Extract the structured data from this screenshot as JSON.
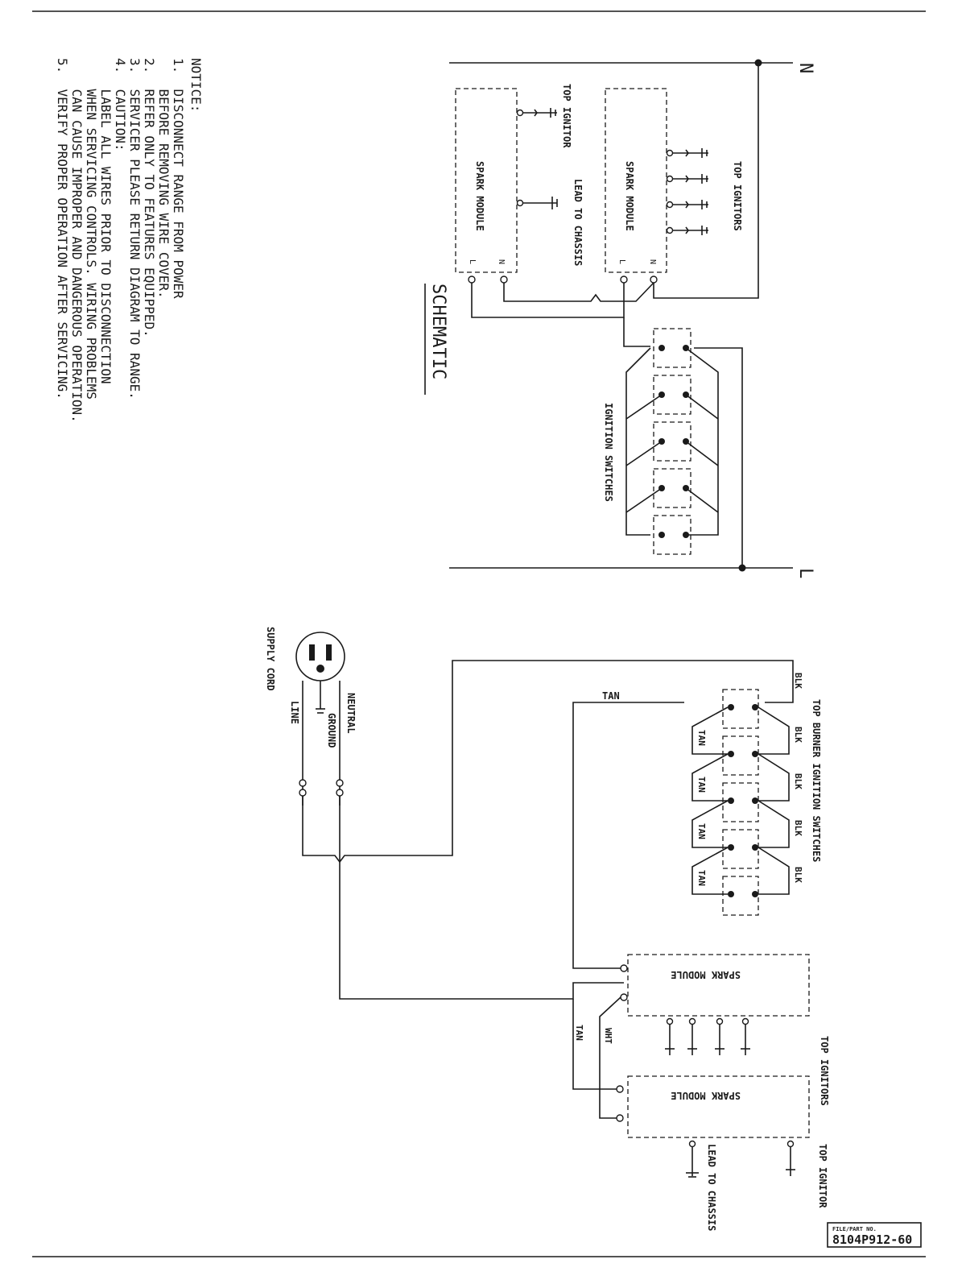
{
  "notice": {
    "title": "NOTICE:",
    "lines": [
      "1.  DISCONNECT RANGE FROM POWER",
      "    BEFORE REMOVING WIRE COVER.",
      "2.  REFER ONLY TO FEATURES EQUIPPED.",
      "3.  SERVICER PLEASE RETURN DIAGRAM TO RANGE.",
      "4.  CAUTION:",
      "    LABEL ALL WIRES PRIOR TO DISCONNECTION",
      "    WHEN SERVICING CONTROLS. WIRING PROBLEMS",
      "    CAN CAUSE IMPROPER AND DANGEROUS OPERATION.",
      "5.  VERIFY PROPER OPERATION AFTER SERVICING."
    ]
  },
  "schematic": {
    "title": "SCHEMATIC",
    "n_label": "N",
    "l_label": "L",
    "top_ignitors": "TOP IGNITORS",
    "top_ignitor": "TOP IGNITOR",
    "spark_module": "SPARK MODULE",
    "lead_to_chassis": "LEAD TO CHASSIS",
    "ignition_switches": "IGNITION SWITCHES",
    "pin_l": "L",
    "pin_n": "N"
  },
  "wiring": {
    "supply_cord": "SUPPLY CORD",
    "line": "LINE",
    "neutral": "NEUTRAL",
    "ground": "GROUND",
    "switches_title": "TOP BURNER IGNITION SWITCHES",
    "blk": "BLK",
    "tan": "TAN",
    "wht": "WHT",
    "spark_module": "SPARK MODULE",
    "top_ignitors": "TOP IGNITORS",
    "top_ignitor": "TOP IGNITOR",
    "lead_to_chassis": "LEAD TO CHASSIS"
  },
  "part_number": {
    "label": "FILE/PART NO.",
    "value": "8104P912-60"
  }
}
